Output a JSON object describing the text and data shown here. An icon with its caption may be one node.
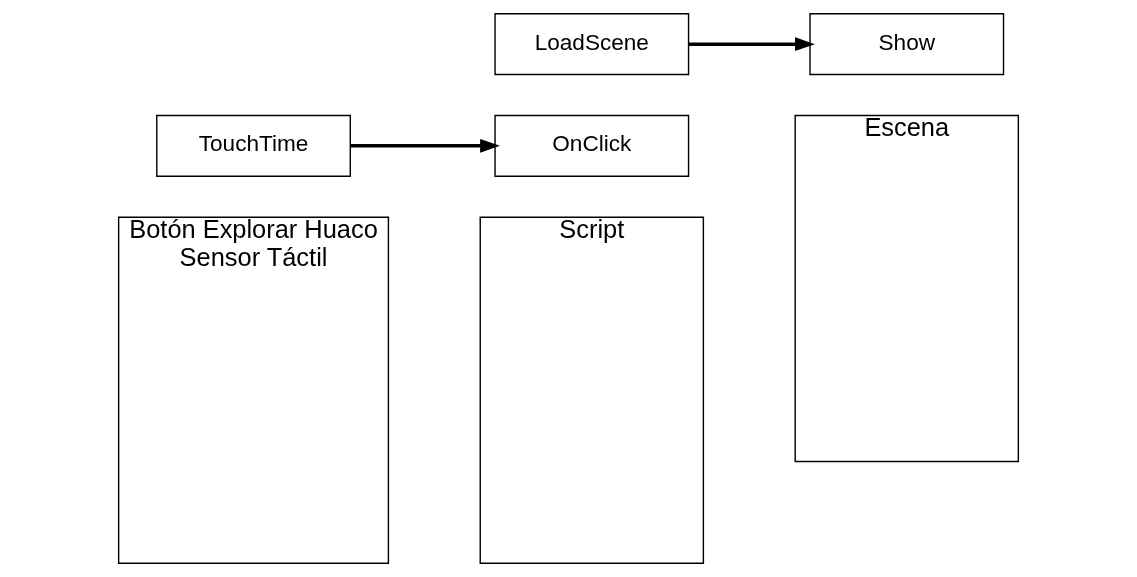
{
  "diagram": {
    "nodes": [
      {
        "text": [
          "Botón Explorar Huaco",
          "Sensor Táctil"
        ]
      },
      {
        "text": [
          "Script"
        ]
      },
      {
        "text": [
          "Escena"
        ]
      },
      {
        "text": [
          "OnClick"
        ]
      },
      {
        "text": [
          "Show"
        ]
      },
      {
        "text": [
          "TouchTime"
        ]
      },
      {
        "text": [
          "LoadScene"
        ]
      }
    ],
    "edges": [
      {
        "from": 5,
        "to": 3,
        "arrow": "to"
      },
      {
        "from": 6,
        "to": 4,
        "arrow": "to"
      }
    ]
  }
}
